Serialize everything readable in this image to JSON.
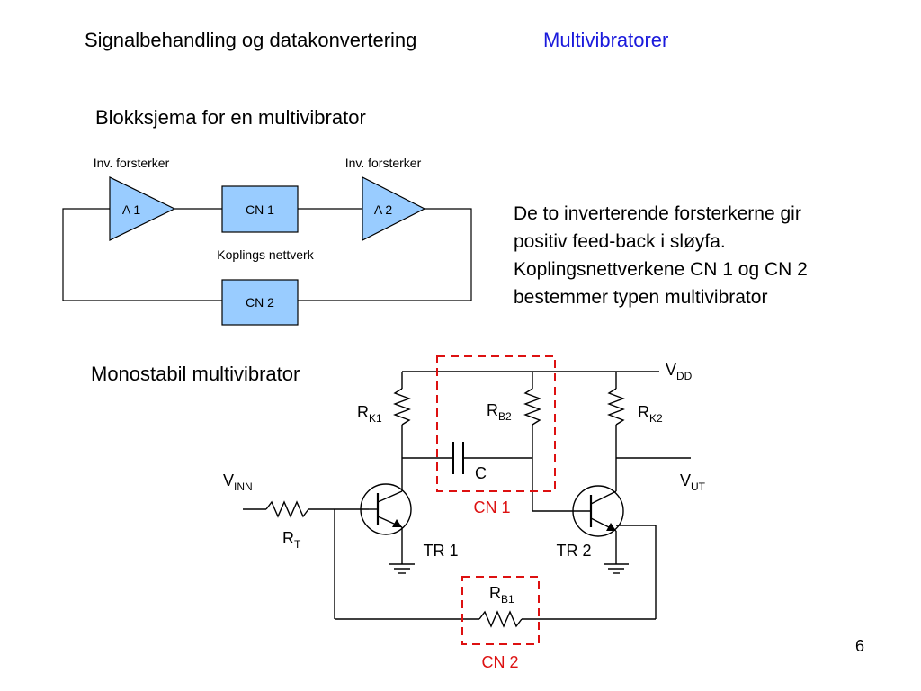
{
  "header": {
    "course_title": "Signalbehandling og datakonvertering",
    "topic_title": "Multivibratorer",
    "topic_color": "#1a1adc"
  },
  "block_diagram": {
    "heading": "Blokksjema for en multivibrator",
    "amp1_caption": "Inv. forsterker",
    "amp2_caption": "Inv. forsterker",
    "amp1_label": "A 1",
    "amp2_label": "A 2",
    "cn1_label": "CN 1",
    "cn2_label": "CN 2",
    "network_caption": "Koplings nettverk",
    "block_fill": "#99ccff",
    "amp_fill": "#99ccff"
  },
  "explanation": {
    "lines": [
      "De to inverterende forsterkerne gir",
      "positiv feed-back i sløyfa.",
      "Koplingsnettverkene CN 1 og CN 2",
      "bestemmer typen multivibrator"
    ]
  },
  "circuit": {
    "heading": "Monostabil multivibrator",
    "vdd": {
      "main": "V",
      "sub": "DD"
    },
    "rk1": {
      "main": "R",
      "sub": "K1"
    },
    "rb2": {
      "main": "R",
      "sub": "B2"
    },
    "rk2": {
      "main": "R",
      "sub": "K2"
    },
    "vinn": {
      "main": "V",
      "sub": "INN"
    },
    "vut": {
      "main": "V",
      "sub": "UT"
    },
    "rt": {
      "main": "R",
      "sub": "T"
    },
    "rb1": {
      "main": "R",
      "sub": "B1"
    },
    "capacitor": "C",
    "tr1": "TR 1",
    "tr2": "TR 2",
    "cn1_label": "CN 1",
    "cn2_label": "CN 2",
    "highlight_color": "#dd1111"
  },
  "page_number": "6"
}
